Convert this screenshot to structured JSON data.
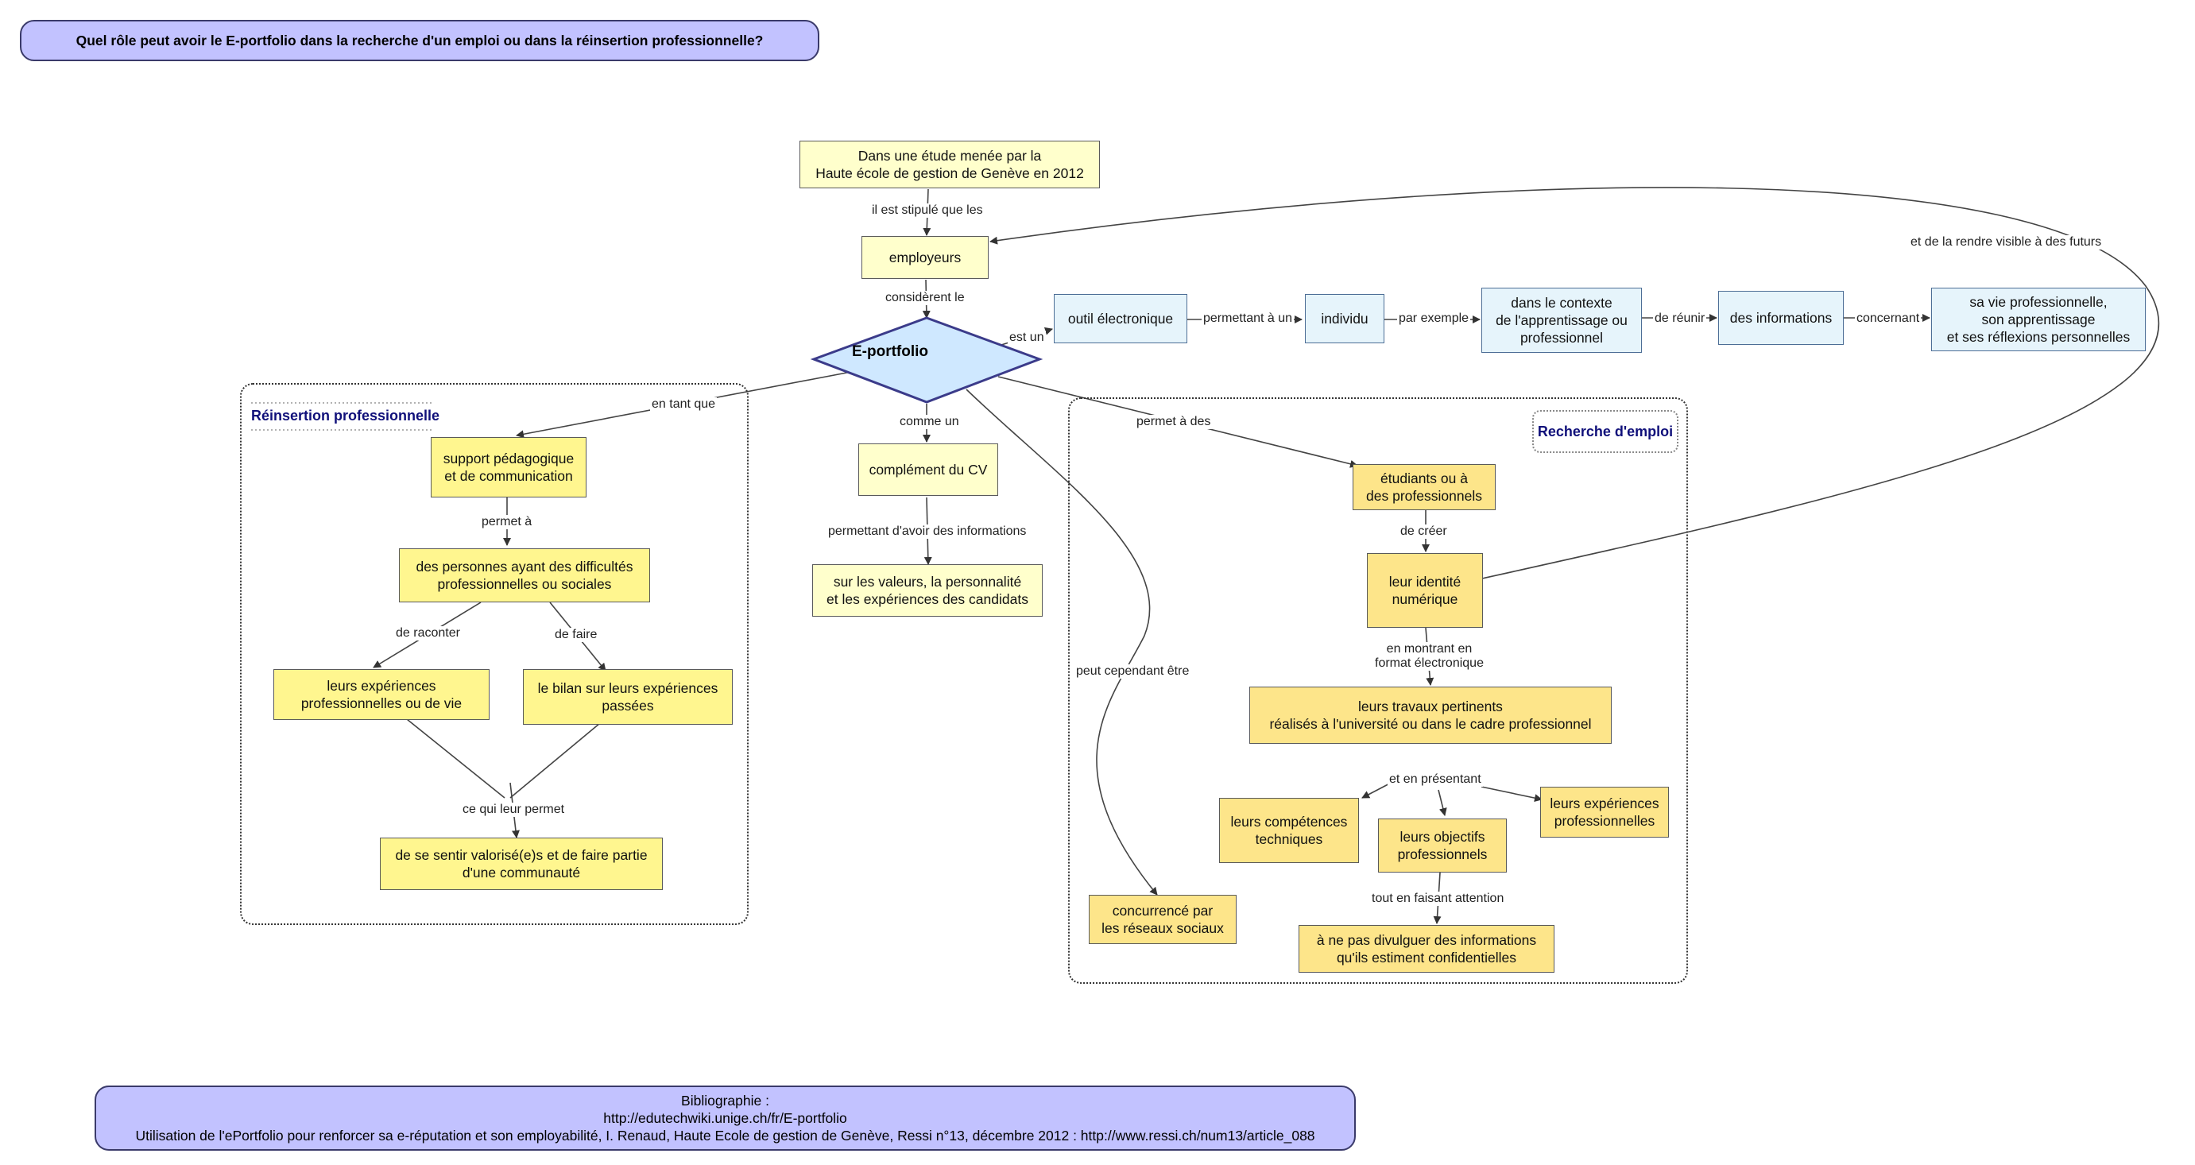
{
  "title": "Quel rôle peut avoir le E-portfolio dans la recherche d'un emploi ou dans la réinsertion professionnelle?",
  "groups": {
    "reinsertion": "Réinsertion professionnelle",
    "recherche": "Recherche d'emploi"
  },
  "nodes": {
    "etude": "Dans une étude menée par la\nHaute école de gestion de Genève en 2012",
    "employeurs": "employeurs",
    "eportfolio": "E-portfolio",
    "outil": "outil électronique",
    "individu": "individu",
    "contexte": "dans le contexte\nde l'apprentissage ou\nprofessionnel",
    "informations": "des informations",
    "vie": "sa vie professionnelle,\nson apprentissage\net ses réflexions personnelles",
    "support": "support pédagogique\net de communication",
    "personnes": "des personnes ayant des difficultés\nprofessionnelles ou sociales",
    "experiences_vie": "leurs expériences\nprofessionnelles ou de vie",
    "bilan": "le bilan sur leurs expériences\npassées",
    "valorise": "de se sentir valorisé(e)s et de faire partie\nd'une communauté",
    "complement": "complément du CV",
    "valeurs": "sur les valeurs, la personnalité\net les expériences des candidats",
    "etudiants": "étudiants ou à\ndes professionnels",
    "identite": "leur identité\nnumérique",
    "travaux": "leurs travaux pertinents\nréalisés à l'université ou dans le cadre professionnel",
    "competences": "leurs compétences\ntechniques",
    "objectifs": "leurs objectifs\nprofessionnels",
    "exp_pro": "leurs expériences\nprofessionnelles",
    "divulguer": "à ne pas divulguer des informations\nqu'ils estiment confidentielles",
    "concurrence": "concurrencé par\nles réseaux sociaux"
  },
  "edges": {
    "stipule": "il est stipulé que les",
    "considerent": "considèrent le",
    "est_un": "est un",
    "permettant_a_un": "permettant à un",
    "par_exemple": "par exemple",
    "de_reunir": "de réunir",
    "concernant": "concernant",
    "rendre_visible": "et de la rendre visible à des futurs",
    "en_tant_que": "en tant que",
    "permet_a": "permet à",
    "de_raconter": "de raconter",
    "de_faire": "de faire",
    "ce_qui": "ce qui leur permet",
    "comme_un": "comme un",
    "permettant_avoir": "permettant d'avoir des informations",
    "peut_cependant": "peut cependant être",
    "permet_a_des": "permet à des",
    "de_creer": "de créer",
    "en_montrant": "en montrant en\nformat électronique",
    "et_en_presentant": "et en présentant",
    "tout_en": "tout en faisant attention"
  },
  "bibliography": {
    "heading": "Bibliographie :",
    "line1": "http://edutechwiki.unige.ch/fr/E-portfolio",
    "line2": "Utilisation de l'ePortfolio pour renforcer sa e-réputation et son employabilité, I. Renaud, Haute Ecole de gestion de Genève, Ressi n°13, décembre 2012 : http://www.ressi.ch/num13/article_088"
  },
  "colors": {
    "banner": "#c2c2ff",
    "pale_node": "#ffffcc",
    "yellow_node": "#fff68f",
    "gold_node": "#fde58a",
    "blue_node": "#e6f4fb",
    "diamond": "#cfe8ff",
    "group_label": "#10107a"
  }
}
